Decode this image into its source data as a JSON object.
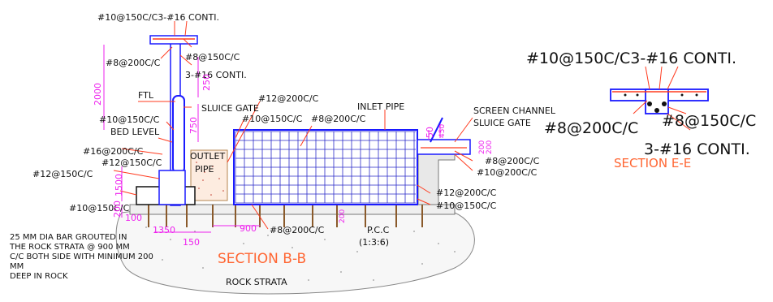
{
  "colors": {
    "rebar": "#1a1aff",
    "mesh": "#2a2ac8",
    "leader": "#ff3b1f",
    "dim": "#ee22ee",
    "section_title": "#ff6633",
    "concrete": "#b5864f",
    "text": "#111111"
  },
  "section_bb": {
    "title": "SECTION B-B",
    "labels": {
      "top_conti": "#10@150C/C3-#16  CONTI.",
      "top_8at200": "#8@200C/C",
      "top_8at150": "#8@150C/C",
      "top_3x16": "3-#16  CONTI.",
      "ftl": "FTL",
      "sluice_gate": "SLUICE GATE",
      "wall_10at150": "#10@150C/C",
      "bed_level": "BED LEVEL",
      "wall_16at200": "#16@200C/C",
      "wall_12at150_a": "#12@150C/C",
      "wall_12at150_b": "#12@150C/C",
      "base_10at150": "#10@150C/C",
      "outlet_pipe_1": "OUTLET",
      "outlet_pipe_2": "PIPE",
      "tank_12at200": "#12@200C/C",
      "tank_10at150": "#10@150C/C",
      "tank_8at200": "#8@200C/C",
      "inlet_pipe": "INLET PIPE",
      "screen_channel": "SCREEN CHANNEL",
      "sluice_gate_2": "SLUICE GATE",
      "right_8at200": "#8@200C/C",
      "right_10at200": "#10@200C/C",
      "right_12at200": "#12@200C/C",
      "right_10at150": "#10@150C/C",
      "bottom_8at200": "#8@200C/C",
      "pcc_1": "P.C.C",
      "pcc_2": "(1:3:6)",
      "rock_strata": "ROCK STRATA"
    },
    "dims": {
      "d2000": "2000",
      "d250": "250",
      "d750": "750",
      "d1500": "1500",
      "d200": "200",
      "d100": "100",
      "d1350": "1350",
      "d150": "150",
      "d900": "900",
      "d50": "50",
      "d450": "450",
      "d200b": "200",
      "d200c": "200",
      "d200d": "200"
    },
    "note": [
      "25 MM DIA BAR GROUTED IN",
      "THE ROCK STRATA @ 900 MM",
      "C/C BOTH SIDE WITH MINIMUM 200",
      "MM",
      "DEEP IN ROCK"
    ]
  },
  "section_ee": {
    "title": "SECTION E-E",
    "label_top": "#10@150C/C3-#16  CONTI.",
    "label_8at200": "#8@200C/C",
    "label_8at150": "#8@150C/C",
    "label_3x16": "3-#16  CONTI."
  }
}
